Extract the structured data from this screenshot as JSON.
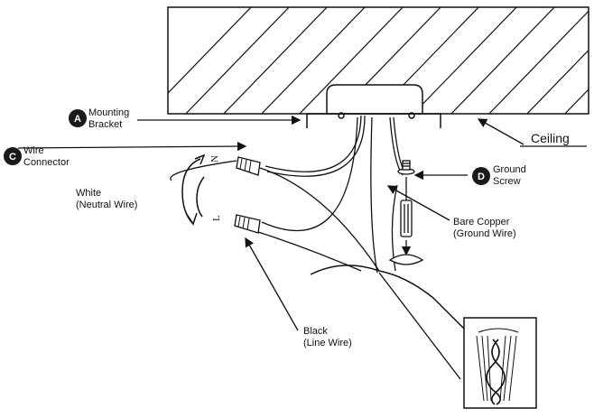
{
  "labels": {
    "mounting_bracket": {
      "badge": "A",
      "lines": [
        "Mounting",
        "Bracket"
      ]
    },
    "wire_connector": {
      "badge": "C",
      "lines": [
        "Wire",
        "Connector"
      ]
    },
    "ground_screw": {
      "badge": "D",
      "lines": [
        "Ground",
        "Screw"
      ]
    },
    "ceiling": "Ceiling",
    "white_wire": [
      "White",
      "(Neutral Wire)"
    ],
    "black_wire": [
      "Black",
      "(Line Wire)"
    ],
    "bare_copper": [
      "Bare Copper",
      "(Ground Wire)"
    ],
    "neutral_mark": "N",
    "line_mark": "L"
  },
  "colors": {
    "badge": "#1a1a1a",
    "line": "#111111",
    "background": "#ffffff"
  },
  "icons": [
    "rotate-arrow-icon",
    "screwdriver-icon",
    "twist-wires-icon"
  ]
}
